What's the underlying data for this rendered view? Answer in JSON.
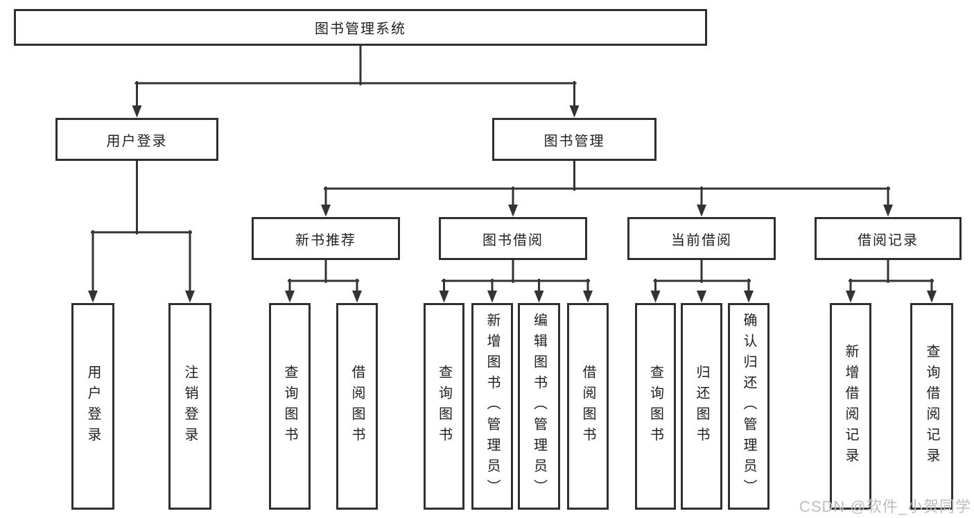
{
  "tree": {
    "root": "图书管理系统",
    "children": [
      {
        "label": "用户登录",
        "children": [
          "用户登录",
          "注销登录"
        ]
      },
      {
        "label": "图书管理",
        "children": [
          {
            "label": "新书推荐",
            "children": [
              "查询图书",
              "借阅图书"
            ]
          },
          {
            "label": "图书借阅",
            "children": [
              "查询图书",
              "新增图书（管理员）",
              "编辑图书（管理员）",
              "借阅图书"
            ]
          },
          {
            "label": "当前借阅",
            "children": [
              "查询图书",
              "归还图书",
              "确认归还（管理员）"
            ]
          },
          {
            "label": "借阅记录",
            "children": [
              "新增借阅记录",
              "查询借阅记录"
            ]
          }
        ]
      }
    ]
  },
  "watermark": "CSDN @软件_小贺同学",
  "colors": {
    "line": "#333333",
    "box_border": "#2f2f2f",
    "text": "#1f1f1f",
    "watermark": "#bdbdbd"
  }
}
